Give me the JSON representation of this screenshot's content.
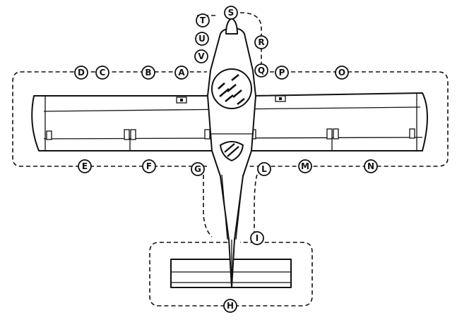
{
  "callouts": [
    {
      "id": "a",
      "label": "A"
    },
    {
      "id": "b",
      "label": "B"
    },
    {
      "id": "c",
      "label": "C"
    },
    {
      "id": "d",
      "label": "D"
    },
    {
      "id": "e",
      "label": "E"
    },
    {
      "id": "f",
      "label": "F"
    },
    {
      "id": "g",
      "label": "G"
    },
    {
      "id": "h",
      "label": "H"
    },
    {
      "id": "i",
      "label": "I"
    },
    {
      "id": "l",
      "label": "L"
    },
    {
      "id": "m",
      "label": "M"
    },
    {
      "id": "n",
      "label": "N"
    },
    {
      "id": "o",
      "label": "O"
    },
    {
      "id": "p",
      "label": "P"
    },
    {
      "id": "q",
      "label": "Q"
    },
    {
      "id": "r",
      "label": "R"
    },
    {
      "id": "s",
      "label": "S"
    },
    {
      "id": "t",
      "label": "T"
    },
    {
      "id": "u",
      "label": "U"
    },
    {
      "id": "v",
      "label": "V"
    }
  ]
}
